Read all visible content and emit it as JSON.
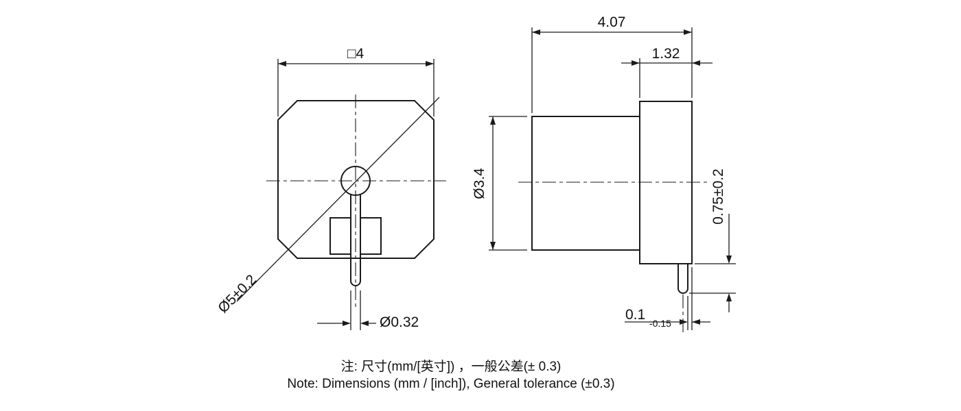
{
  "colors": {
    "line": "#1a1a1a",
    "background": "#ffffff"
  },
  "front_view": {
    "dim_square": "□4",
    "dim_outer_diameter": "Ø5±0.2",
    "dim_pin_diameter": "Ø0.32"
  },
  "side_view": {
    "dim_total_length": "4.07",
    "dim_flange_length": "1.32",
    "dim_body_diameter": "Ø3.4",
    "dim_pin_protrusion": "0.75±0.2",
    "dim_gap_value": "0.1",
    "dim_gap_tolerance": "-0.15"
  },
  "notes": {
    "zh": "注: 尺寸(mm/[英寸]) ，一般公差(± 0.3)",
    "en": "Note: Dimensions (mm / [inch]), General tolerance (±0.3)"
  }
}
